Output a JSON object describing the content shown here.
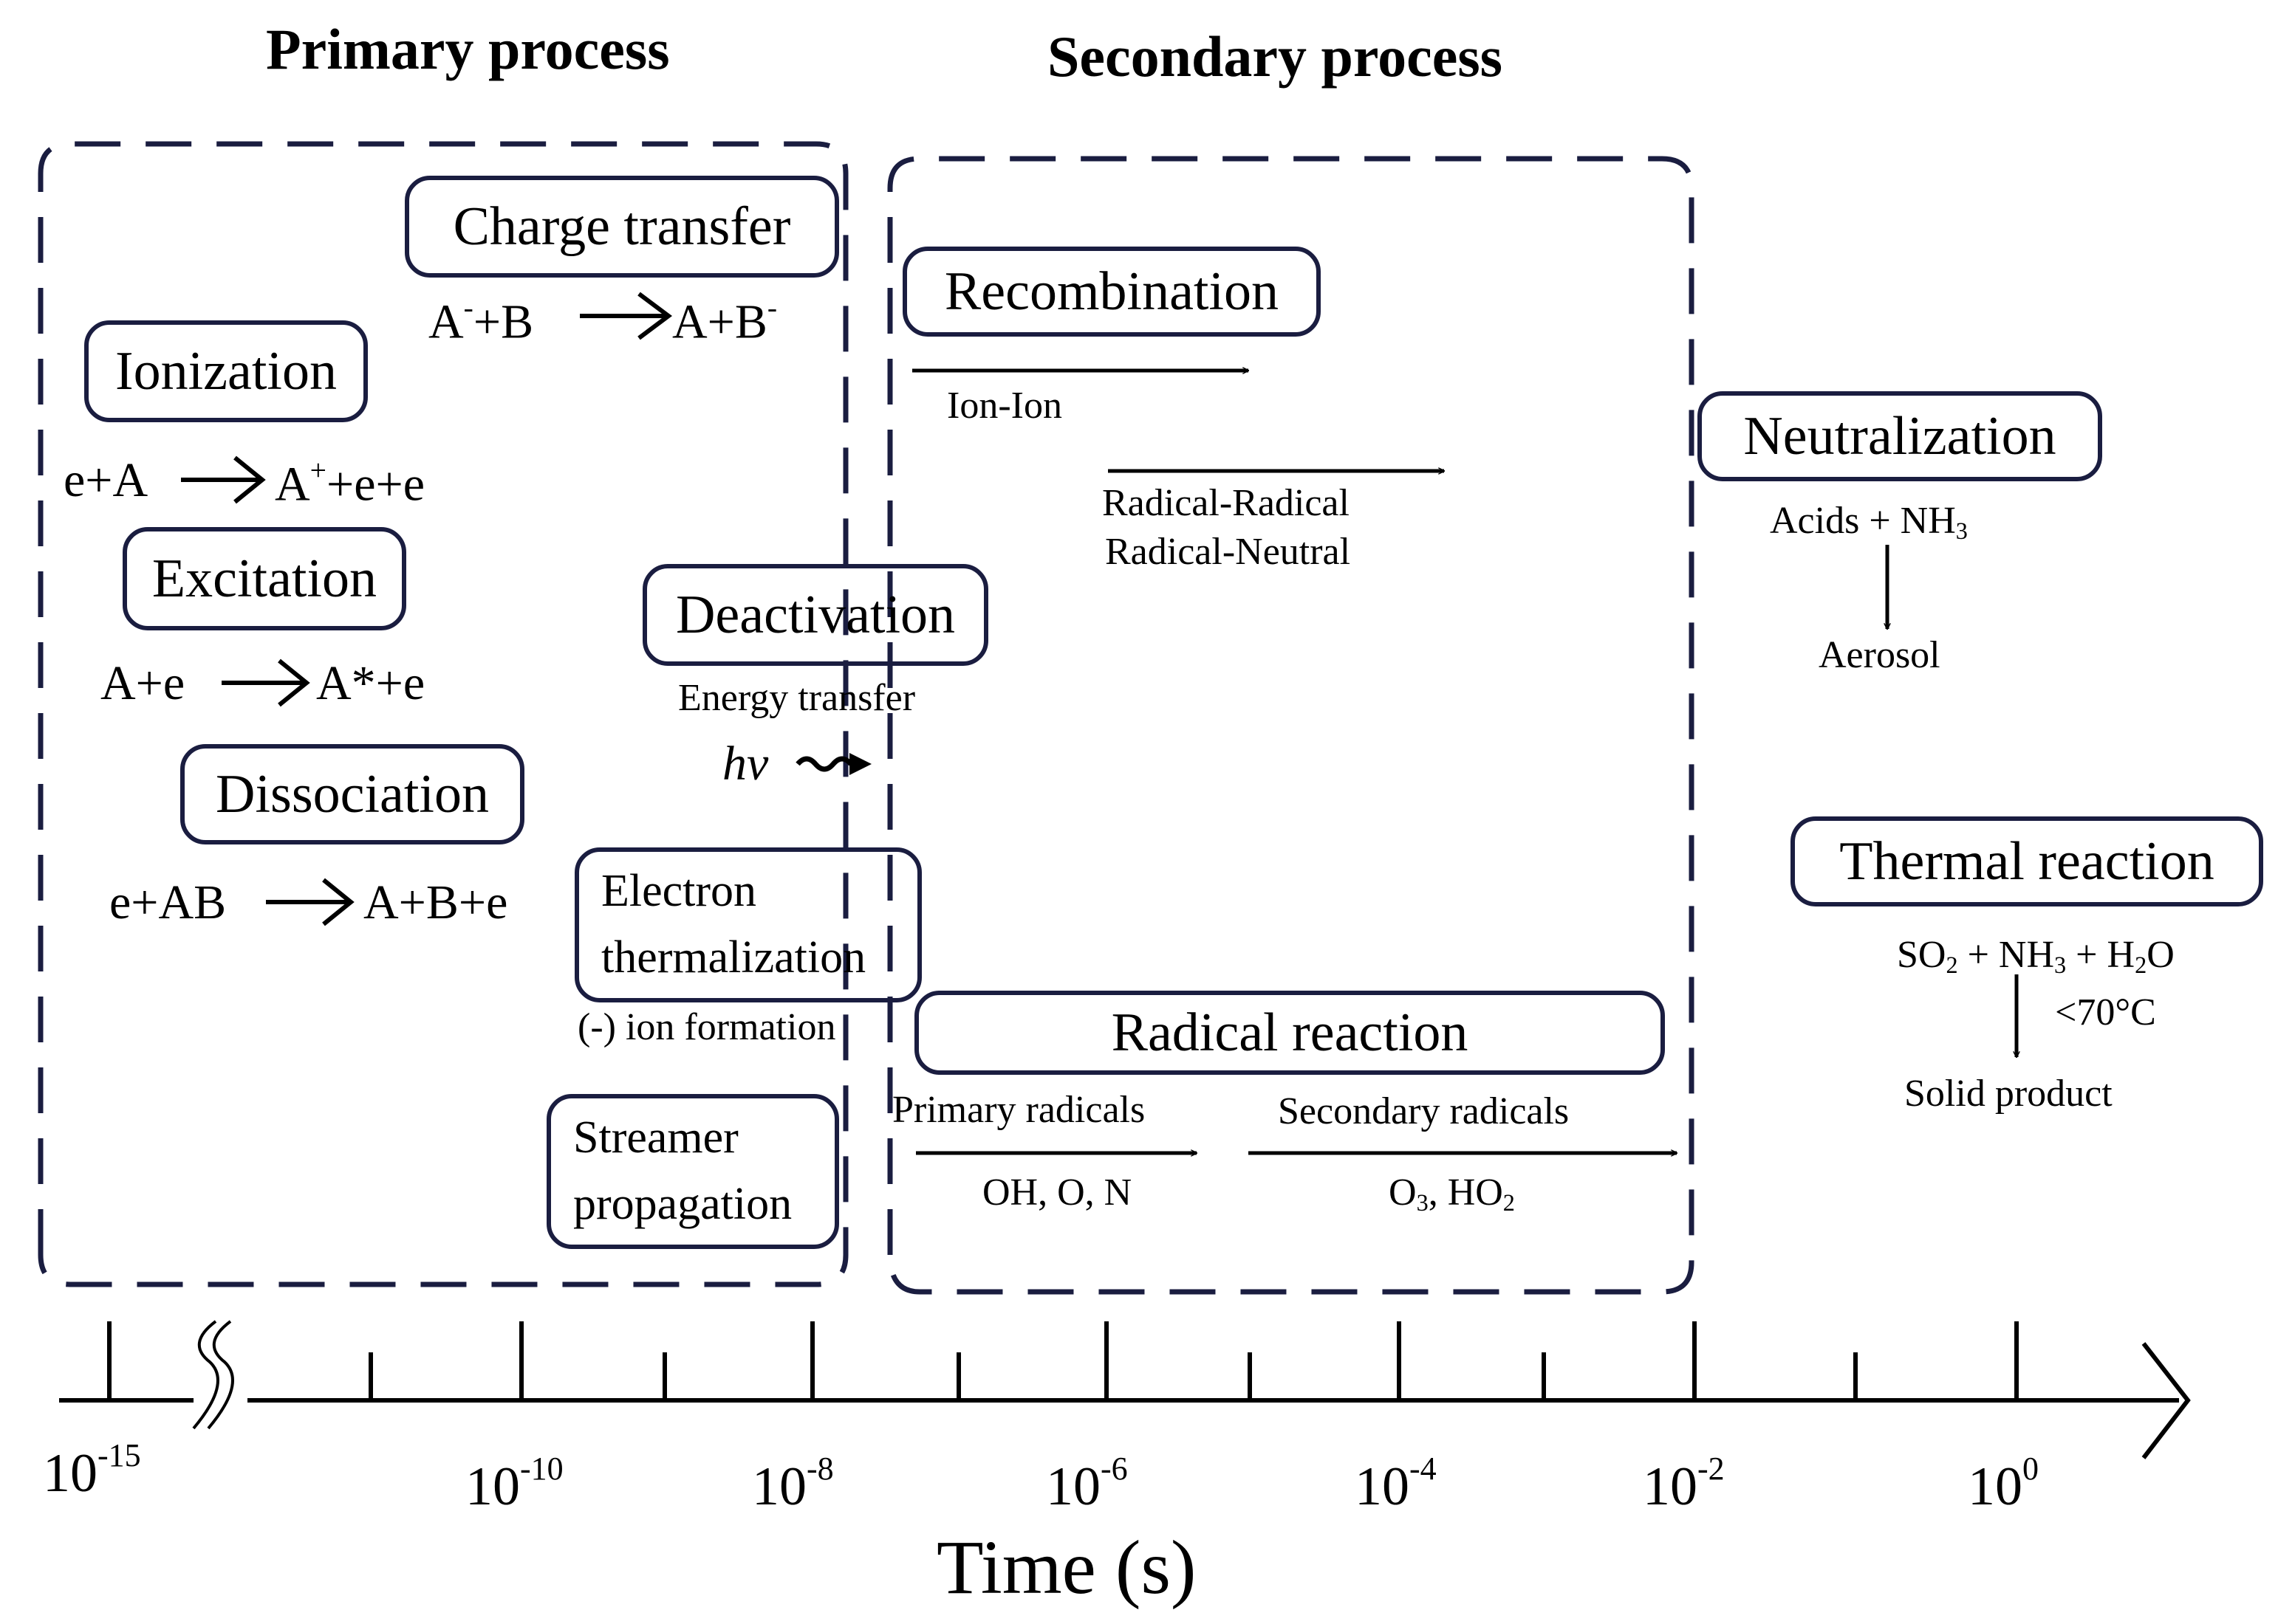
{
  "titles": {
    "primary": "Primary process",
    "secondary": "Secondary process"
  },
  "nodes": {
    "charge_transfer": "Charge transfer",
    "ionization": "Ionization",
    "excitation": "Excitation",
    "dissociation": "Dissociation",
    "deactivation": "Deactivation",
    "electron_thermalization": [
      "Electron",
      "thermalization"
    ],
    "streamer_propagation": [
      "Streamer",
      "propagation"
    ],
    "recombination": "Recombination",
    "radical_reaction": "Radical reaction",
    "neutralization": "Neutralization",
    "thermal_reaction": "Thermal reaction"
  },
  "equations": {
    "charge_transfer": {
      "lhs": "A",
      "lhs_sup": "-",
      "lhs_rest": "+B",
      "rhs": "A+B",
      "rhs_sup": "-"
    },
    "ionization": {
      "lhs": "e+A",
      "rhs": "A",
      "rhs_sup": "+",
      "rhs_rest": "+e+e"
    },
    "excitation": {
      "lhs": "A+e",
      "rhs": "A*+e"
    },
    "dissociation": {
      "lhs": "e+AB",
      "rhs": "A+B+e"
    }
  },
  "labels": {
    "energy_transfer": "Energy transfer",
    "hv": "hv",
    "ion_formation": "(-) ion formation",
    "ion_ion": "Ion-Ion",
    "radical_radical": "Radical-Radical",
    "radical_neutral": "Radical-Neutral",
    "primary_radicals": "Primary radicals",
    "primary_radicals_species": "OH, O, N",
    "secondary_radicals": "Secondary radicals",
    "secondary_radicals_species": {
      "a": "O",
      "a_sub": "3",
      "b": ", HO",
      "b_sub": "2"
    },
    "neutralization_reactants": {
      "a": "Acids + NH",
      "a_sub": "3"
    },
    "aerosol": "Aerosol",
    "thermal_reactants": {
      "a": "SO",
      "a_sub": "2",
      "b": " + NH",
      "b_sub": "3",
      "c": " + H",
      "c_sub": "2",
      "d": "O"
    },
    "thermal_condition": "<70°C",
    "solid_product": "Solid product"
  },
  "axis": {
    "title": "Time (s)",
    "ticks": [
      {
        "base": "10",
        "exp": "-15"
      },
      {
        "base": "10",
        "exp": "-10"
      },
      {
        "base": "10",
        "exp": "-8"
      },
      {
        "base": "10",
        "exp": "-6"
      },
      {
        "base": "10",
        "exp": "-4"
      },
      {
        "base": "10",
        "exp": "-2"
      },
      {
        "base": "10",
        "exp": "0"
      }
    ]
  },
  "colors": {
    "box_border": "#1a1d40",
    "dash_border": "#1a1d40",
    "line": "#000000"
  }
}
